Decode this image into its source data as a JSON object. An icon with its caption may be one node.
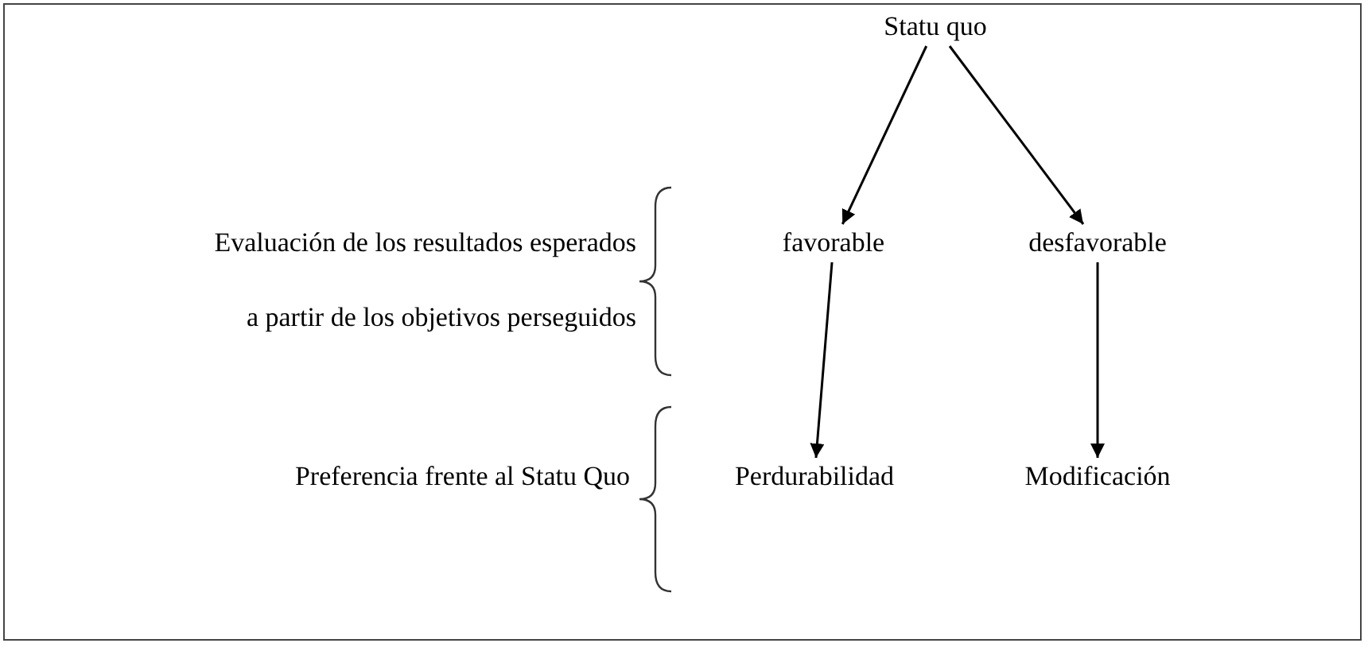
{
  "diagram": {
    "nodes": [
      {
        "text": [
          "Statu quo"
        ]
      },
      {
        "text": [
          "favorable"
        ]
      },
      {
        "text": [
          "desfavorable"
        ]
      },
      {
        "text": [
          "Perdurabilidad"
        ]
      },
      {
        "text": [
          "Modificación"
        ]
      }
    ],
    "edges": [
      {
        "from": 0,
        "to": 1,
        "arrow": "to"
      },
      {
        "from": 0,
        "to": 2,
        "arrow": "to"
      },
      {
        "from": 1,
        "to": 3,
        "arrow": "to"
      },
      {
        "from": 2,
        "to": 4,
        "arrow": "to"
      }
    ],
    "labels": [
      "Evaluación de los resultados esperados",
      "a partir de los objetivos perseguidos",
      "Preferencia frente al Statu Quo"
    ]
  }
}
